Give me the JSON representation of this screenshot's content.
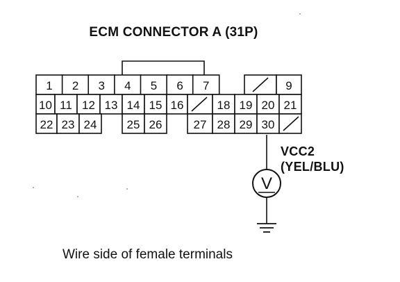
{
  "title": "ECM CONNECTOR A (31P)",
  "caption": "Wire side of female terminals",
  "meter": {
    "symbol": "V",
    "signal_label": "VCC2",
    "wire_color_label": "(YEL/BLU)",
    "measured_terminal": "30"
  },
  "connector": {
    "rows": [
      [
        "1",
        "2",
        "3",
        "4",
        "5",
        "6",
        "7",
        "",
        "",
        "/",
        "9"
      ],
      [
        "10",
        "11",
        "12",
        "13",
        "14",
        "15",
        "16",
        "/",
        "18",
        "19",
        "20",
        "21"
      ],
      [
        "22",
        "23",
        "24",
        "",
        "",
        "25",
        "26",
        "",
        "27",
        "28",
        "29",
        "30",
        "/"
      ]
    ]
  }
}
